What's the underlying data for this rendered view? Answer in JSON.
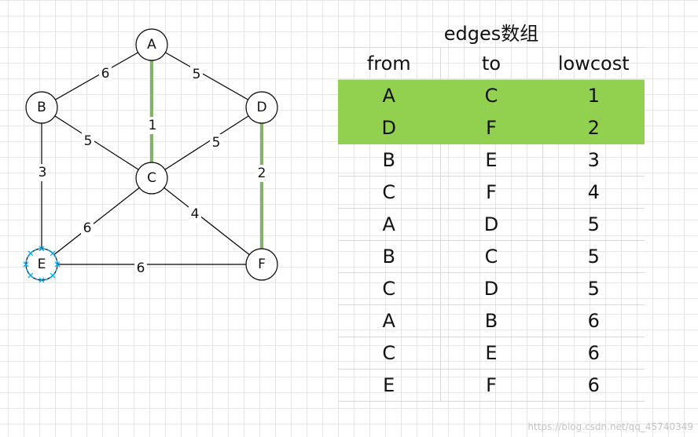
{
  "graph": {
    "nodes": [
      {
        "id": "A",
        "label": "A"
      },
      {
        "id": "B",
        "label": "B"
      },
      {
        "id": "D",
        "label": "D"
      },
      {
        "id": "C",
        "label": "C"
      },
      {
        "id": "E",
        "label": "E"
      },
      {
        "id": "F",
        "label": "F"
      }
    ],
    "edges": [
      {
        "from": "A",
        "to": "B",
        "weight": "6",
        "highlight": false
      },
      {
        "from": "A",
        "to": "D",
        "weight": "5",
        "highlight": false
      },
      {
        "from": "A",
        "to": "C",
        "weight": "1",
        "highlight": true
      },
      {
        "from": "B",
        "to": "C",
        "weight": "5",
        "highlight": false
      },
      {
        "from": "D",
        "to": "C",
        "weight": "5",
        "highlight": false
      },
      {
        "from": "B",
        "to": "E",
        "weight": "3",
        "highlight": false
      },
      {
        "from": "D",
        "to": "F",
        "weight": "2",
        "highlight": true
      },
      {
        "from": "C",
        "to": "E",
        "weight": "6",
        "highlight": false
      },
      {
        "from": "C",
        "to": "F",
        "weight": "4",
        "highlight": false
      },
      {
        "from": "E",
        "to": "F",
        "weight": "6",
        "highlight": false
      }
    ],
    "selected_node": "E"
  },
  "table": {
    "title": "edges数组",
    "headers": {
      "from": "from",
      "to": "to",
      "cost": "lowcost"
    },
    "rows": [
      {
        "from": "A",
        "to": "C",
        "cost": "1",
        "highlight": true
      },
      {
        "from": "D",
        "to": "F",
        "cost": "2",
        "highlight": true
      },
      {
        "from": "B",
        "to": "E",
        "cost": "3",
        "highlight": false
      },
      {
        "from": "C",
        "to": "F",
        "cost": "4",
        "highlight": false
      },
      {
        "from": "A",
        "to": "D",
        "cost": "5",
        "highlight": false
      },
      {
        "from": "B",
        "to": "C",
        "cost": "5",
        "highlight": false
      },
      {
        "from": "C",
        "to": "D",
        "cost": "5",
        "highlight": false
      },
      {
        "from": "A",
        "to": "B",
        "cost": "6",
        "highlight": false
      },
      {
        "from": "C",
        "to": "E",
        "cost": "6",
        "highlight": false
      },
      {
        "from": "E",
        "to": "F",
        "cost": "6",
        "highlight": false
      }
    ]
  },
  "colors": {
    "highlight": "#92d050",
    "highlight_edge": "#82b366",
    "selection": "#00a8e8",
    "grid": "#e6e6e6"
  },
  "watermark": "https://blog.csdn.net/qq_45740349"
}
